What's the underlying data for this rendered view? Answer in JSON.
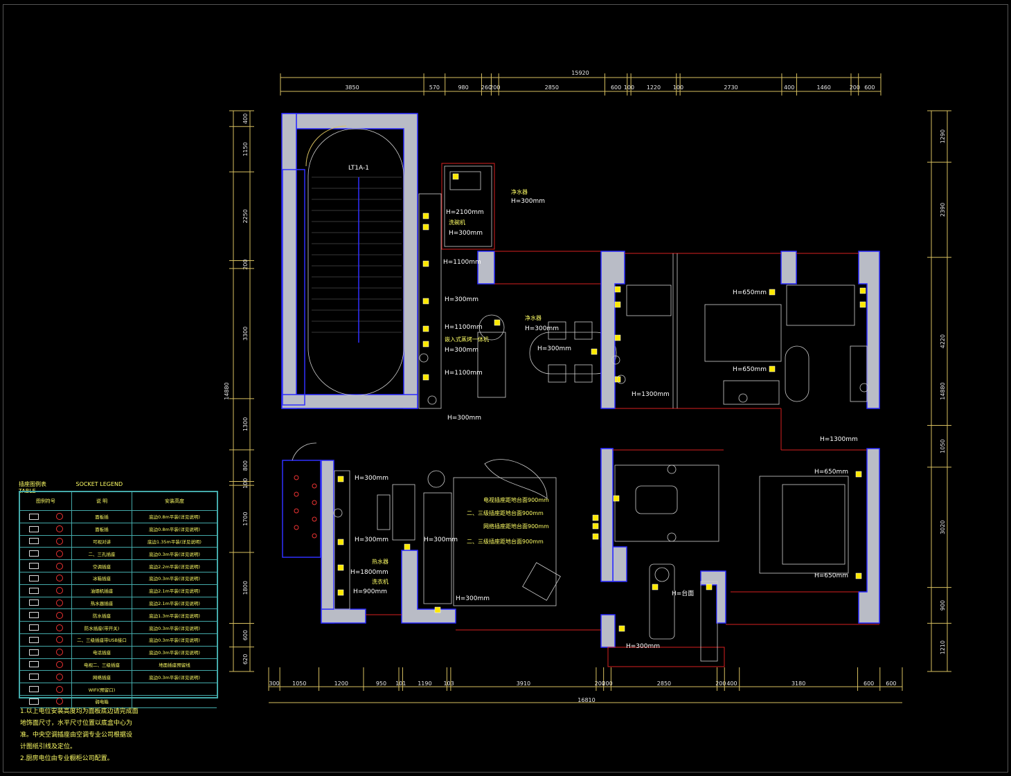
{
  "dimensions": {
    "top_total": "15920",
    "top_segments": [
      "3850",
      "570",
      "980",
      "260",
      "200",
      "2850",
      "600",
      "100",
      "1220",
      "100",
      "2730",
      "400",
      "1460",
      "200",
      "600"
    ],
    "bottom_total": "16810",
    "bottom_segments": [
      "300",
      "1050",
      "1200",
      "950",
      "101",
      "1190",
      "103",
      "3910",
      "200",
      "200",
      "2850",
      "200",
      "400",
      "3180",
      "600",
      "600"
    ],
    "left_total": "14880",
    "left_segments": [
      "400",
      "1150",
      "2250",
      "200",
      "3300",
      "1300",
      "800",
      "100",
      "1700",
      "1800",
      "600",
      "620"
    ],
    "right_total": "14880",
    "right_segments": [
      "1290",
      "2390",
      "4220",
      "1050",
      "3020",
      "900",
      "1210"
    ]
  },
  "labels": {
    "stair_id": "LT1A-1",
    "h2100": "H=2100mm",
    "h300_a": "H=300mm",
    "h300_b": "H=300mm",
    "h300_c": "H=300mm",
    "h300_d": "H=300mm",
    "h300_e": "H=300mm",
    "h300_f": "H=300mm",
    "h300_g": "H=300mm",
    "h300_h": "H=300mm",
    "h300_i": "H=300mm",
    "h300_j": "H=300mm",
    "h300_k": "H=300mm",
    "h1100_a": "H=1100mm",
    "h1100_b": "H=1100mm",
    "h1100_c": "H=1100mm",
    "h650_a": "H=650mm",
    "h650_b": "H=650mm",
    "h650_c": "H=650mm",
    "h650_d": "H=650mm",
    "h1300_a": "H=1300mm",
    "h1300_b": "H=1300mm",
    "h1800": "H=1800mm",
    "h900": "H=900mm",
    "water_purifier_1": "净水器",
    "water_purifier_2": "净水器",
    "dishwasher": "洗碗机",
    "steam_oven": "嵌入式蒸烤一体机",
    "water_heater": "热水器",
    "washer": "洗衣机",
    "tv1": "电视插座距地台面900mm",
    "tv2": "二、三级插座距地台面900mm",
    "tv3": "网络插座距地台面900mm",
    "tv4": "二、三级插座距地台面900mm",
    "desk_note": "H=台面"
  },
  "legend": {
    "title_cn": "插座图例表",
    "title_en": "SOCKET LEGEND TABLE",
    "col_symbol": "图例符号",
    "col_desc": "说 明",
    "col_install": "安装高度",
    "rows": [
      {
        "desc": "面板插",
        "install": "底边0.8m平装(详见说明)"
      },
      {
        "desc": "面板插",
        "install": "底边0.8m平装(详见说明)"
      },
      {
        "desc": "可视对讲",
        "install": "底边1.35m平装(详见说明)"
      },
      {
        "desc": "二、三孔插座",
        "install": "底边0.3m平装(详见说明)"
      },
      {
        "desc": "空调插座",
        "install": "底边2.2m平装(详见说明)"
      },
      {
        "desc": "冰箱插座",
        "install": "底边0.3m平装(详见说明)"
      },
      {
        "desc": "油烟机插座",
        "install": "底边2.1m平装(详见说明)"
      },
      {
        "desc": "热水器插座",
        "install": "底边2.1m平装(详见说明)"
      },
      {
        "desc": "防水插座",
        "install": "底边1.3m平装(详见说明)"
      },
      {
        "desc": "防水插座(带开关)",
        "install": "底边0.3m平装(详见说明)"
      },
      {
        "desc": "二、三级插座带USB接口",
        "install": "底边0.3m平装(详见说明)"
      },
      {
        "desc": "电话插座",
        "install": "底边0.3m平装(详见说明)"
      },
      {
        "desc": "电视二、三级插座",
        "install": "地面插座预留线"
      },
      {
        "desc": "网络插座",
        "install": "底边0.3m平装(详见说明)"
      },
      {
        "desc": "WIFI(预留口)",
        "install": ""
      },
      {
        "desc": "弱电箱",
        "install": ""
      }
    ]
  },
  "notes": [
    "1.以上电位安装高度均为面板底边请完成面",
    "  地饰面尺寸，水平尺寸位置以底盒中心为",
    "  准。中央空调插座由空调专业公司根据设",
    "  计图纸引线及定位。",
    "2.厨房电位由专业橱柜公司配置。"
  ],
  "colors": {
    "background": "#000000",
    "wall_fill": "#b9bcc6",
    "wall_outline": "#2a2aff",
    "socket": "#ffe800",
    "legend_border": "#44aaaa",
    "note_text": "#ffff66"
  }
}
